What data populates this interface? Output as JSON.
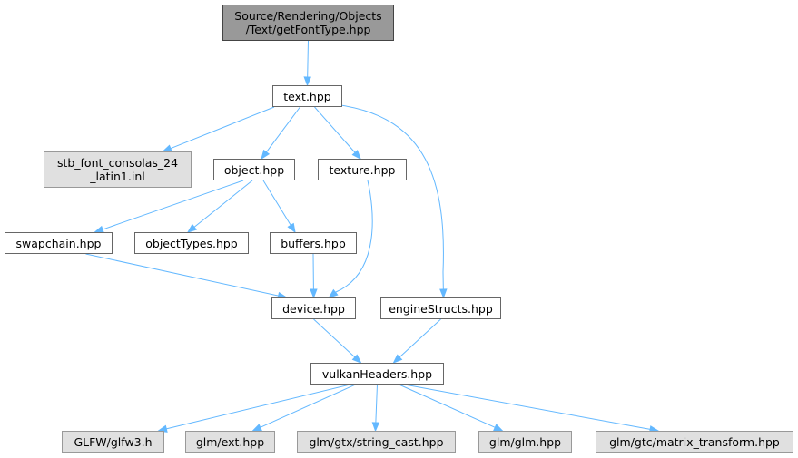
{
  "graph": {
    "edge_color": "#63b8ff",
    "nodes": {
      "root": "Source/Rendering/Objects\n/Text/getFontType.hpp",
      "text": "text.hpp",
      "stb_font": "stb_font_consolas_24\n_latin1.inl",
      "object": "object.hpp",
      "texture": "texture.hpp",
      "swapchain": "swapchain.hpp",
      "objectTypes": "objectTypes.hpp",
      "buffers": "buffers.hpp",
      "device": "device.hpp",
      "engineStructs": "engineStructs.hpp",
      "vulkanHeaders": "vulkanHeaders.hpp",
      "glfw": "GLFW/glfw3.h",
      "glm_ext": "glm/ext.hpp",
      "glm_string_cast": "glm/gtx/string_cast.hpp",
      "glm_glm": "glm/glm.hpp",
      "glm_matrix_transform": "glm/gtc/matrix_transform.hpp"
    },
    "edges": [
      [
        "root",
        "text"
      ],
      [
        "text",
        "stb_font"
      ],
      [
        "text",
        "object"
      ],
      [
        "text",
        "texture"
      ],
      [
        "text",
        "engineStructs"
      ],
      [
        "object",
        "swapchain"
      ],
      [
        "object",
        "objectTypes"
      ],
      [
        "object",
        "buffers"
      ],
      [
        "swapchain",
        "device"
      ],
      [
        "buffers",
        "device"
      ],
      [
        "texture",
        "device"
      ],
      [
        "device",
        "vulkanHeaders"
      ],
      [
        "engineStructs",
        "vulkanHeaders"
      ],
      [
        "vulkanHeaders",
        "glfw"
      ],
      [
        "vulkanHeaders",
        "glm_ext"
      ],
      [
        "vulkanHeaders",
        "glm_string_cast"
      ],
      [
        "vulkanHeaders",
        "glm_glm"
      ],
      [
        "vulkanHeaders",
        "glm_matrix_transform"
      ]
    ]
  }
}
